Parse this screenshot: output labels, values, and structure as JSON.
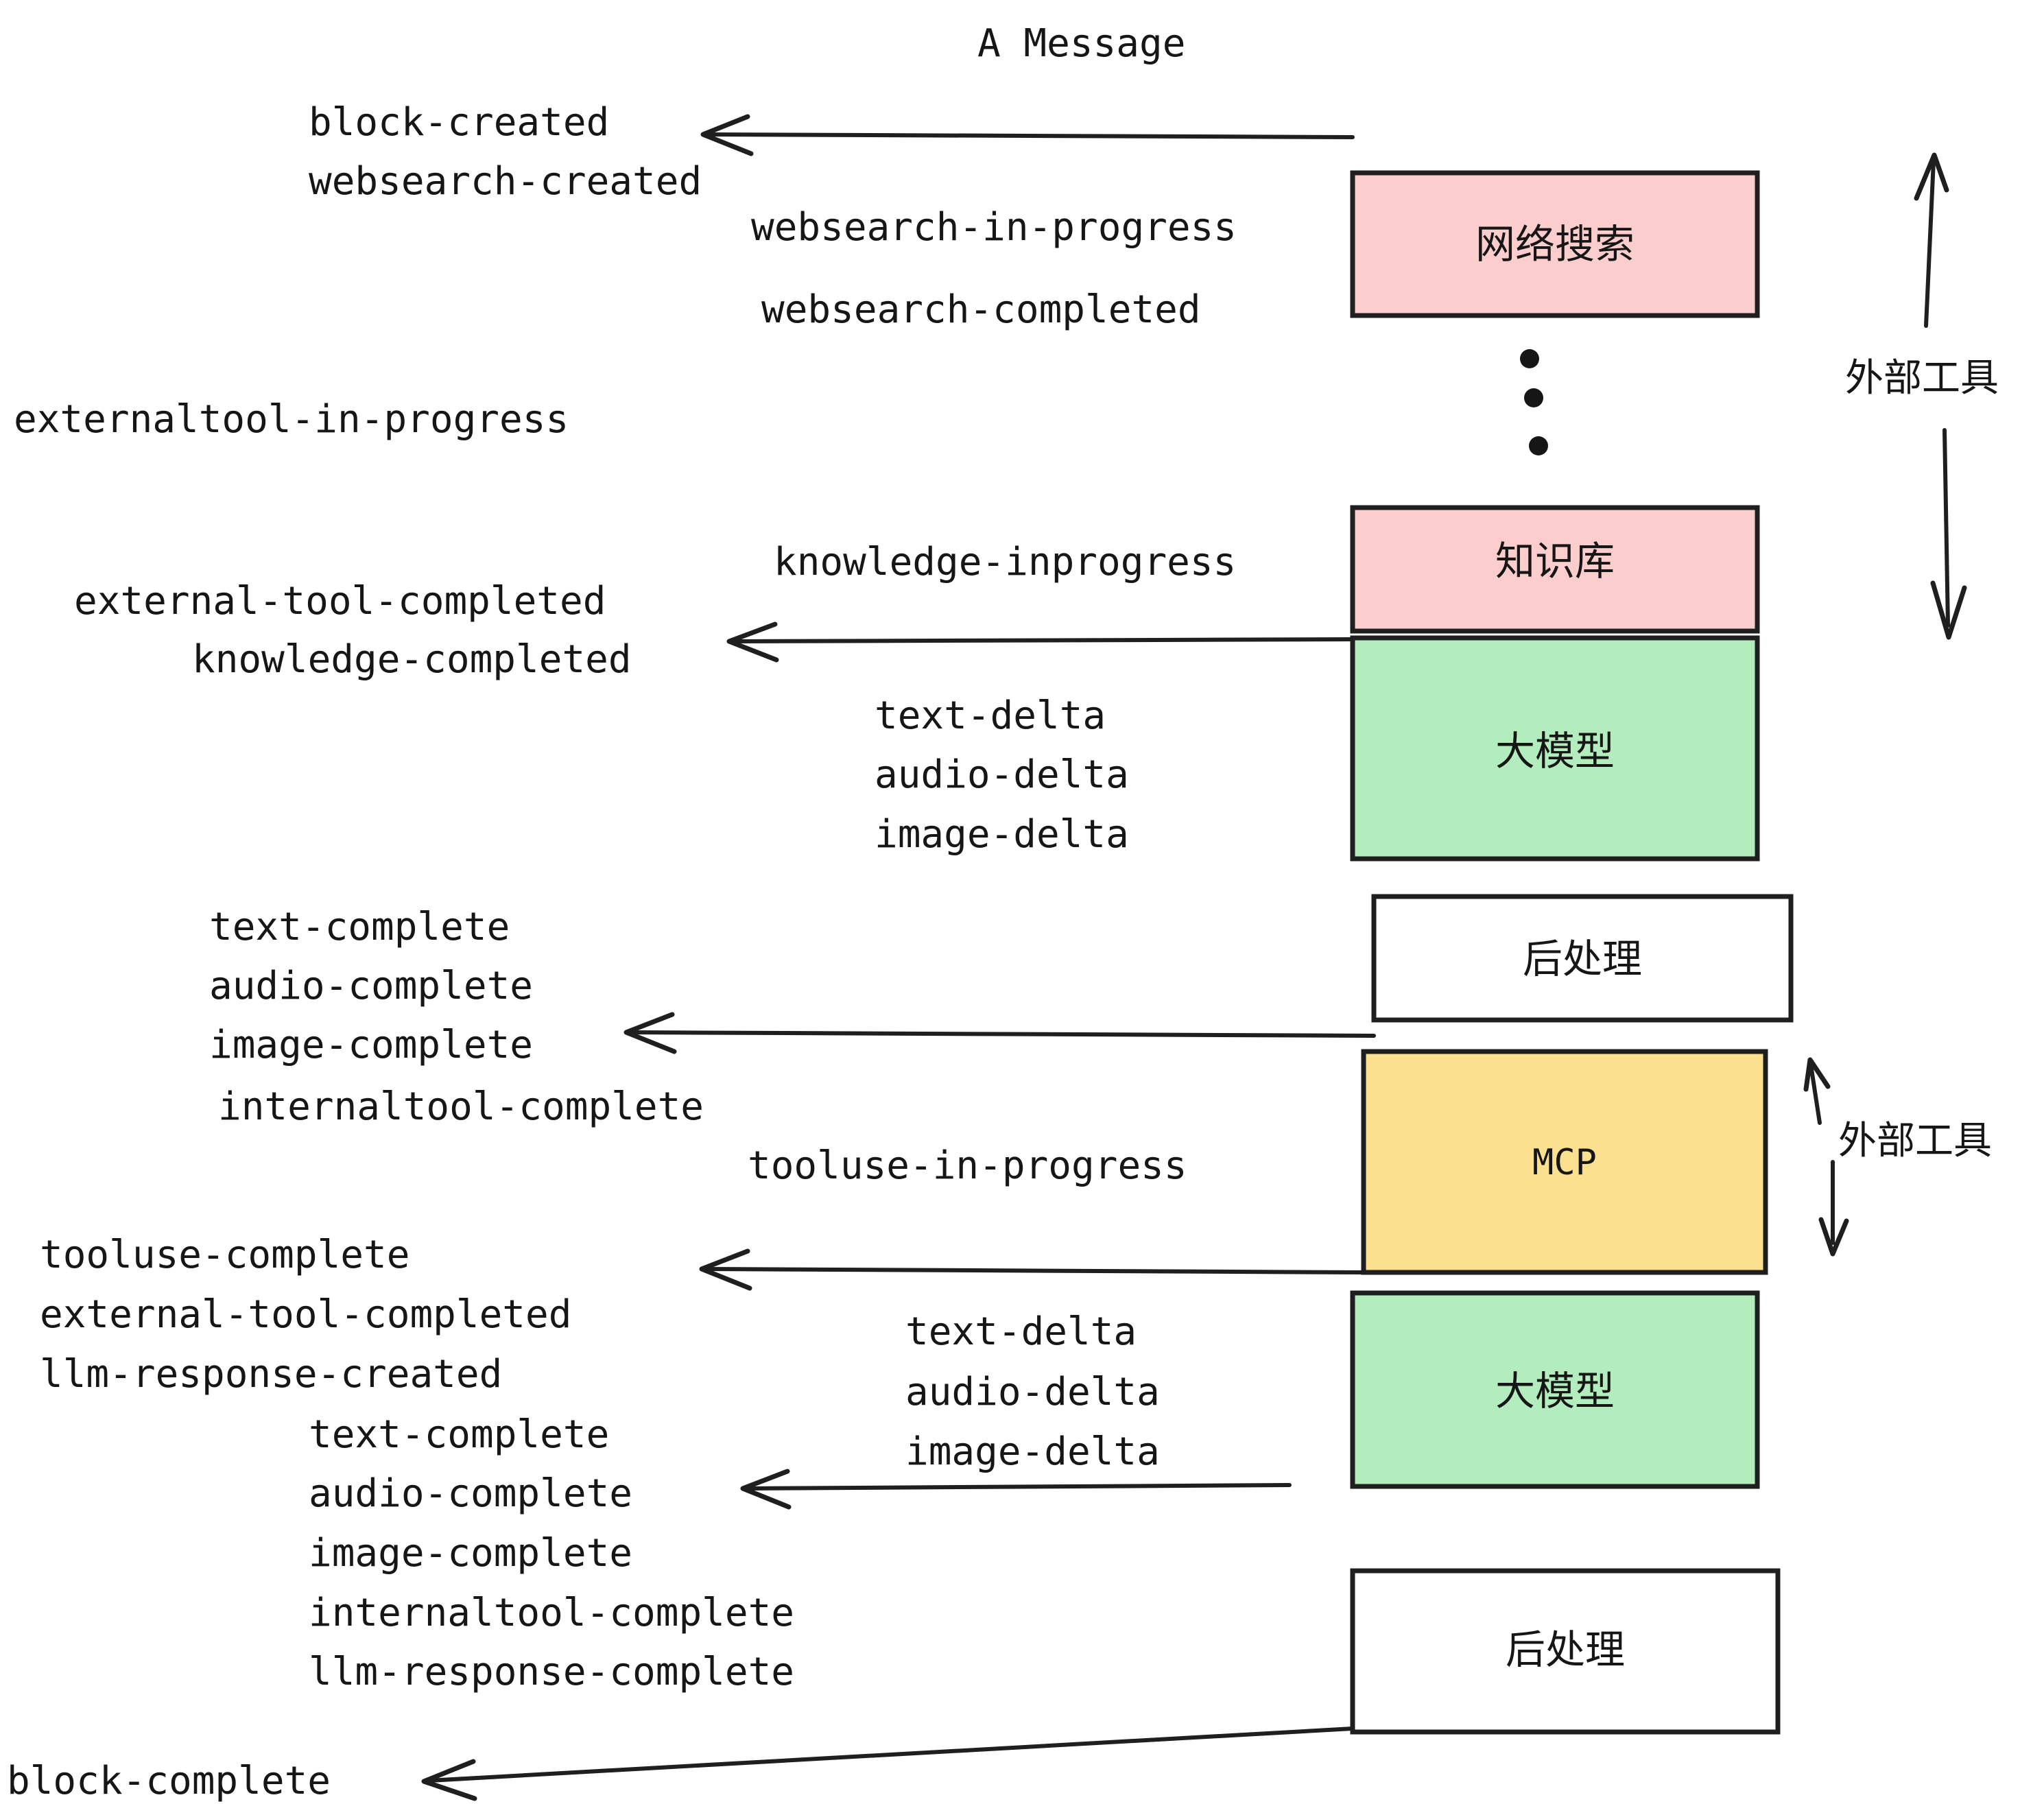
{
  "diagram": {
    "title": "A Message",
    "colors": {
      "pink": "#fccdcd",
      "green": "#b3edbe",
      "yellow": "#fae08f",
      "white": "#ffffff",
      "stroke": "#1f1f1f",
      "text": "#161616"
    },
    "boxes": [
      {
        "id": "websearch",
        "label": "网络搜索",
        "fill": "#fccdcd",
        "script": "cjk"
      },
      {
        "id": "knowledge",
        "label": "知识库",
        "fill": "#fccdcd",
        "script": "cjk"
      },
      {
        "id": "llm-1",
        "label": "大模型",
        "fill": "#b3edbe",
        "script": "cjk"
      },
      {
        "id": "postprocess-1",
        "label": "后处理",
        "fill": "#ffffff",
        "script": "cjk"
      },
      {
        "id": "mcp",
        "label": "MCP",
        "fill": "#fae08f",
        "script": "latin"
      },
      {
        "id": "llm-2",
        "label": "大模型",
        "fill": "#b3edbe",
        "script": "cjk"
      },
      {
        "id": "postprocess-2",
        "label": "后处理",
        "fill": "#ffffff",
        "script": "cjk"
      }
    ],
    "group_labels": [
      {
        "id": "external-tools-top",
        "label": "外部工具"
      },
      {
        "id": "external-tools-bottom",
        "label": "外部工具"
      }
    ],
    "events": {
      "block_created": "block-created",
      "websearch_created": "websearch-created",
      "websearch_in_progress": "websearch-in-progress",
      "websearch_completed": "websearch-completed",
      "externaltool_in_progress": "externaltool-in-progress",
      "knowledge_inprogress": "knowledge-inprogress",
      "external_tool_completed_1": "external-tool-completed",
      "knowledge_completed": "knowledge-completed",
      "text_delta_1": "text-delta",
      "audio_delta_1": "audio-delta",
      "image_delta_1": "image-delta",
      "text_complete_1": "text-complete",
      "audio_complete_1": "audio-complete",
      "image_complete_1": "image-complete",
      "internaltool_complete_1": "internaltool-complete",
      "tooluse_in_progress": "tooluse-in-progress",
      "tooluse_complete": "tooluse-complete",
      "external_tool_completed_2": "external-tool-completed",
      "llm_response_created": "llm-response-created",
      "text_delta_2": "text-delta",
      "audio_delta_2": "audio-delta",
      "image_delta_2": "image-delta",
      "text_complete_2": "text-complete",
      "audio_complete_2": "audio-complete",
      "image_complete_2": "image-complete",
      "internaltool_complete_2": "internaltool-complete",
      "llm_response_complete": "llm-response-complete",
      "block_complete": "block-complete"
    }
  }
}
